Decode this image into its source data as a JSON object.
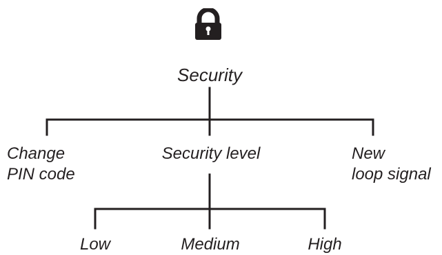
{
  "diagram": {
    "lock_icon": "padlock-icon",
    "line_color": "#231f20",
    "root": {
      "label": "Security"
    },
    "children": [
      {
        "lines": [
          "Change",
          "PIN code"
        ]
      },
      {
        "lines": [
          "Security level"
        ]
      },
      {
        "lines": [
          "New",
          "loop signal"
        ]
      }
    ],
    "level_options": [
      {
        "label": "Low"
      },
      {
        "label": "Medium"
      },
      {
        "label": "High"
      }
    ]
  }
}
